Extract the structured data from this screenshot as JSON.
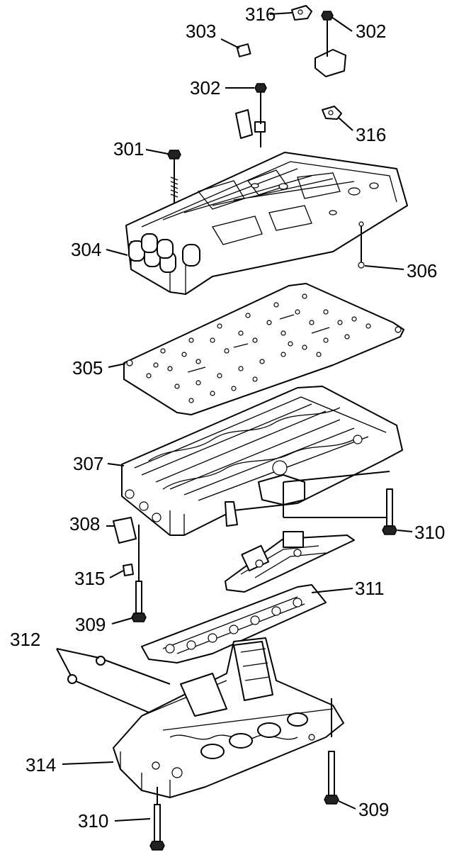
{
  "callouts": {
    "c316_top": "316",
    "c302_top": "302",
    "c303": "303",
    "c302_mid": "302",
    "c316_mid": "316",
    "c301": "301",
    "c304": "304",
    "c306": "306",
    "c305": "305",
    "c307": "307",
    "c310_mid": "310",
    "c308": "308",
    "c315": "315",
    "c311": "311",
    "c309_mid": "309",
    "c312": "312",
    "c314": "314",
    "c309_bot": "309",
    "c310_bot": "310"
  }
}
